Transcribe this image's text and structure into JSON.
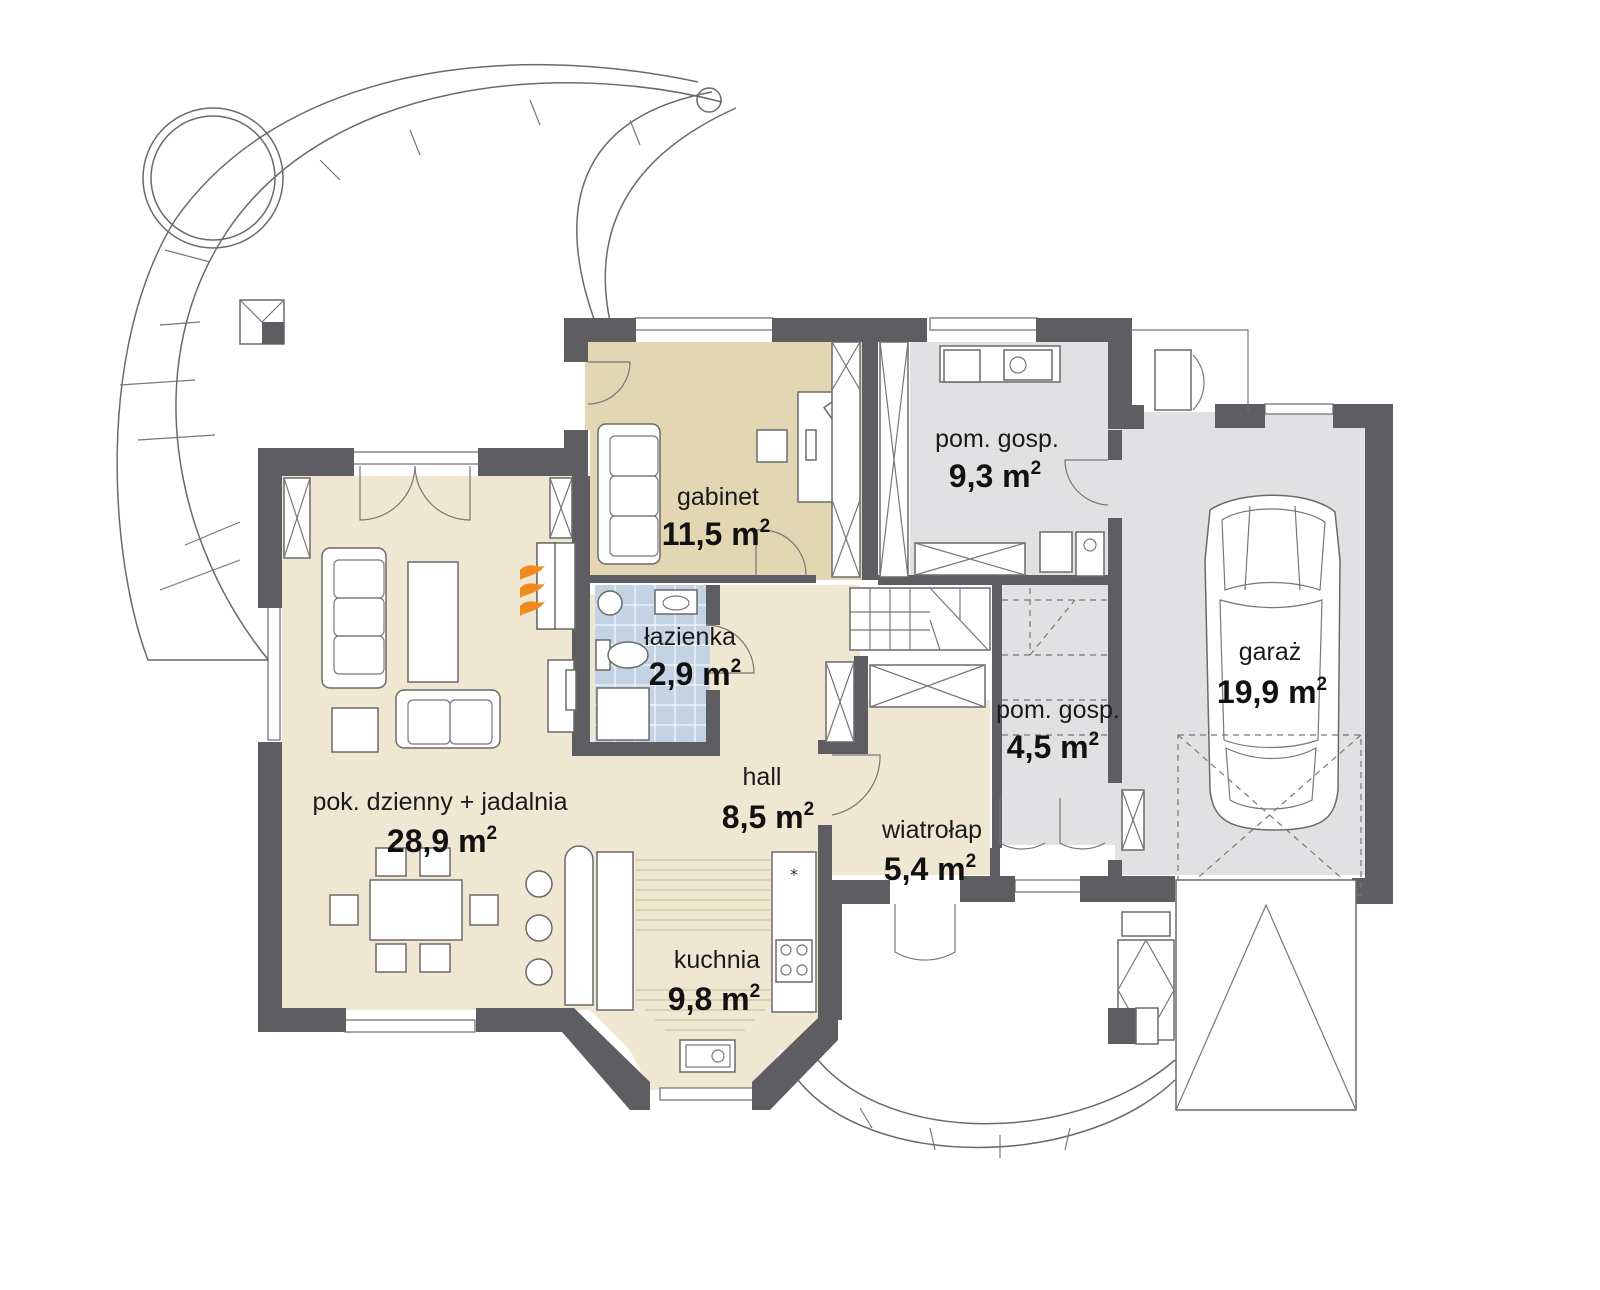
{
  "colors": {
    "wall": "#5e5e62",
    "living_floor": "#efe7d2",
    "study_floor": "#e3d6b3",
    "utility_floor": "#e1e1e3",
    "bathroom_tile": "#c3d3e4",
    "fire": "#f08a1c"
  },
  "unit": "m",
  "rooms": {
    "gabinet": {
      "name": "gabinet",
      "area": "11,5",
      "unit": "m"
    },
    "pom_gosp_1": {
      "name": "pom. gosp.",
      "area": "9,3",
      "unit": "m"
    },
    "lazienka": {
      "name": "łazienka",
      "area": "2,9",
      "unit": "m"
    },
    "garaz": {
      "name": "garaż",
      "area": "19,9",
      "unit": "m"
    },
    "pom_gosp_2": {
      "name": "pom. gosp.",
      "area": "4,5",
      "unit": "m"
    },
    "hall": {
      "name": "hall",
      "area": "8,5",
      "unit": "m"
    },
    "living": {
      "name": "pok. dzienny + jadalnia",
      "area": "28,9",
      "unit": "m"
    },
    "wiatrolap": {
      "name": "wiatrołap",
      "area": "5,4",
      "unit": "m"
    },
    "kuchnia": {
      "name": "kuchnia",
      "area": "9,8",
      "unit": "m"
    }
  },
  "superscript": "2",
  "icons": [
    "fireplace-icon",
    "car-icon",
    "sink-icon",
    "stove-icon",
    "toilet-icon",
    "shower-icon",
    "sofa-icon",
    "stairs-icon",
    "door-icon",
    "window-icon"
  ]
}
